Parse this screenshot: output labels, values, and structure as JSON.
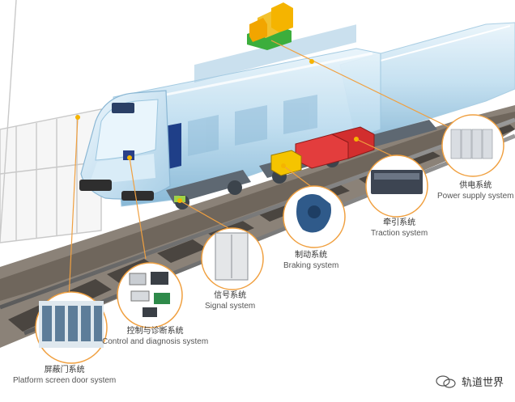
{
  "labels": {
    "power_supply": {
      "zh": "供电系统",
      "en": "Power supply system"
    },
    "traction": {
      "zh": "牵引系统",
      "en": "Traction system"
    },
    "braking": {
      "zh": "制动系统",
      "en": "Braking system"
    },
    "signal": {
      "zh": "信号系统",
      "en": "Signal system"
    },
    "control": {
      "zh": "控制与诊断系统",
      "en": "Control and diagnosis system"
    },
    "platform": {
      "zh": "屏蔽门系统",
      "en": "Platform screen door system"
    }
  },
  "watermark": "轨道世界",
  "colors": {
    "accent_line": "#f0a040",
    "node": "#f5b400",
    "train_body": "#cfe6f5"
  }
}
